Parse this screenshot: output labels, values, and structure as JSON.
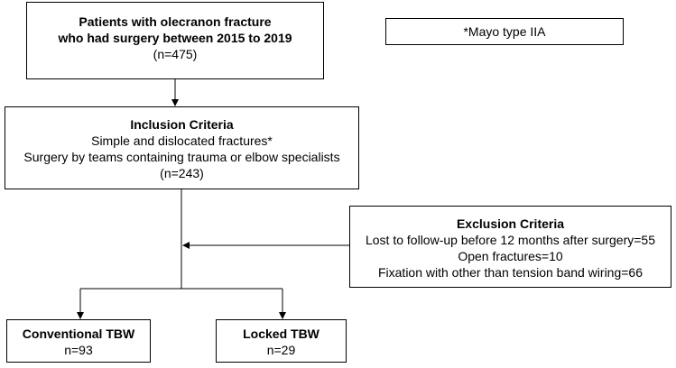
{
  "patients": {
    "title_line1": "Patients with olecranon fracture",
    "title_line2": "who had surgery between 2015 to 2019",
    "count": "(n=475)"
  },
  "note": {
    "text": "*Mayo type IIA"
  },
  "inclusion": {
    "title": "Inclusion Criteria",
    "line1": "Simple and dislocated fractures*",
    "line2": "Surgery by teams containing trauma or elbow specialists",
    "count": "(n=243)"
  },
  "exclusion": {
    "title": "Exclusion Criteria",
    "line1": "Lost to follow-up before 12 months after surgery=55",
    "line2": "Open fractures=10",
    "line3": "Fixation with other than tension band wiring=66"
  },
  "conventional": {
    "title": "Conventional TBW",
    "count": "n=93"
  },
  "locked": {
    "title": "Locked TBW",
    "count": "n=29"
  }
}
